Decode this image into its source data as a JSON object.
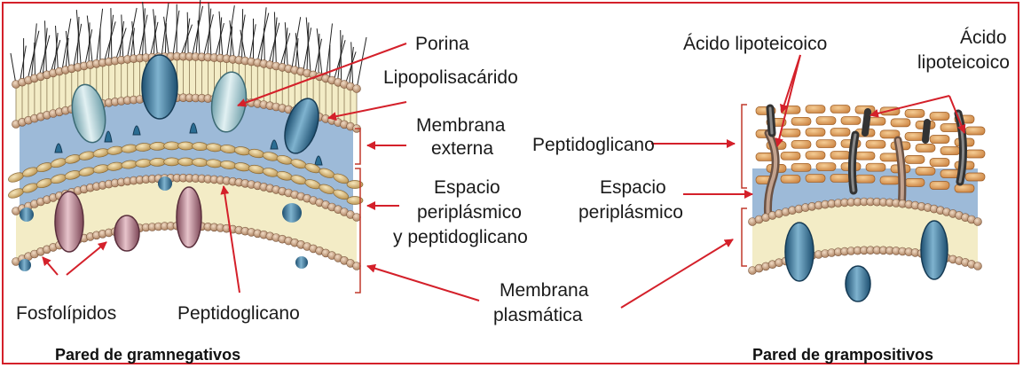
{
  "colors": {
    "frame": "#d4202a",
    "arrow": "#d4202a",
    "bracket": "#c0392b",
    "periplasm": "#9dbad8",
    "lipid_head": "#c49a72",
    "lipid_tail": "#f3ecc6",
    "peptidoglycan": "#d9b97c",
    "gram_positive_pg": "#dd9a55",
    "protein_blue": "#2b6d93",
    "protein_light": "#9fc7d1",
    "protein_pink": "#a06a77"
  },
  "gram_negative": {
    "title": "Pared de gramnegativos",
    "labels": {
      "porina": "Porina",
      "lipopolisacarido": "Lipopolisacárido",
      "membrana_externa_1": "Membrana",
      "membrana_externa_2": "externa",
      "espacio_1": "Espacio",
      "espacio_2": "periplásmico",
      "espacio_3": "y peptidoglicano",
      "fosfolipidos": "Fosfolípidos",
      "peptidoglicano": "Peptidoglicano"
    }
  },
  "gram_positive": {
    "title": "Pared de grampositivos",
    "labels": {
      "acido_lipoteicoico": "Ácido lipoteicoico",
      "acido_1": "Ácido",
      "acido_2": "lipoteicoico",
      "peptidoglicano": "Peptidoglicano",
      "espacio_1": "Espacio",
      "espacio_2": "periplásmico"
    }
  },
  "shared": {
    "membrana_plasmatica_1": "Membrana",
    "membrana_plasmatica_2": "plasmática"
  }
}
